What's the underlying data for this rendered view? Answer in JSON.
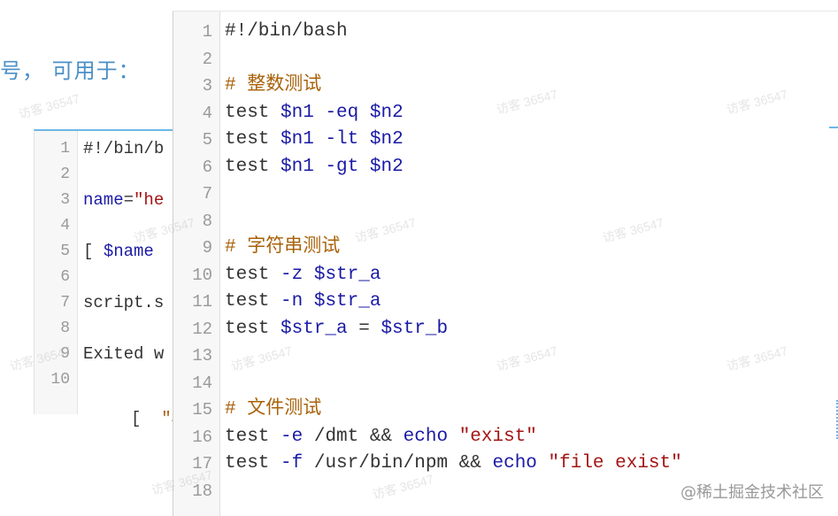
{
  "background_doc": {
    "heading": "号， 可用于："
  },
  "back_editor": {
    "lines": [
      {
        "num": "1",
        "code": "#!/bin/b"
      },
      {
        "num": "2",
        "code": ""
      },
      {
        "num": "3",
        "code": "name=\"he"
      },
      {
        "num": "4",
        "code": ""
      },
      {
        "num": "5",
        "code": "[ $name "
      },
      {
        "num": "6",
        "code": ""
      },
      {
        "num": "7",
        "code": "script.s"
      },
      {
        "num": "8",
        "code": ""
      },
      {
        "num": "9",
        "code": "Exited w"
      },
      {
        "num": "10",
        "code": ""
      }
    ],
    "fragment_bracket": "[",
    "fragment_string": "\"$"
  },
  "front_editor": {
    "lines": [
      {
        "num": "1",
        "code": "#!/bin/bash"
      },
      {
        "num": "2",
        "code": ""
      },
      {
        "num": "3",
        "code": "# 整数测试"
      },
      {
        "num": "4",
        "code": "test $n1 -eq $n2"
      },
      {
        "num": "5",
        "code": "test $n1 -lt $n2"
      },
      {
        "num": "6",
        "code": "test $n1 -gt $n2"
      },
      {
        "num": "7",
        "code": ""
      },
      {
        "num": "8",
        "code": ""
      },
      {
        "num": "9",
        "code": "# 字符串测试"
      },
      {
        "num": "10",
        "code": "test -z $str_a"
      },
      {
        "num": "11",
        "code": "test -n $str_a"
      },
      {
        "num": "12",
        "code": "test $str_a = $str_b"
      },
      {
        "num": "13",
        "code": ""
      },
      {
        "num": "14",
        "code": ""
      },
      {
        "num": "15",
        "code": "# 文件测试"
      },
      {
        "num": "16",
        "code": "test -e /dmt && echo \"exist\""
      },
      {
        "num": "17",
        "code": "test -f /usr/bin/npm && echo \"file exist\""
      },
      {
        "num": "18",
        "code": ""
      }
    ]
  },
  "watermark_text": "访客 36547",
  "attribution": "@稀土掘金技术社区",
  "colors": {
    "keyword": "#1a1aa6",
    "string": "#a31515",
    "comment": "#a8620a",
    "accent_blue": "#4a90c8"
  }
}
